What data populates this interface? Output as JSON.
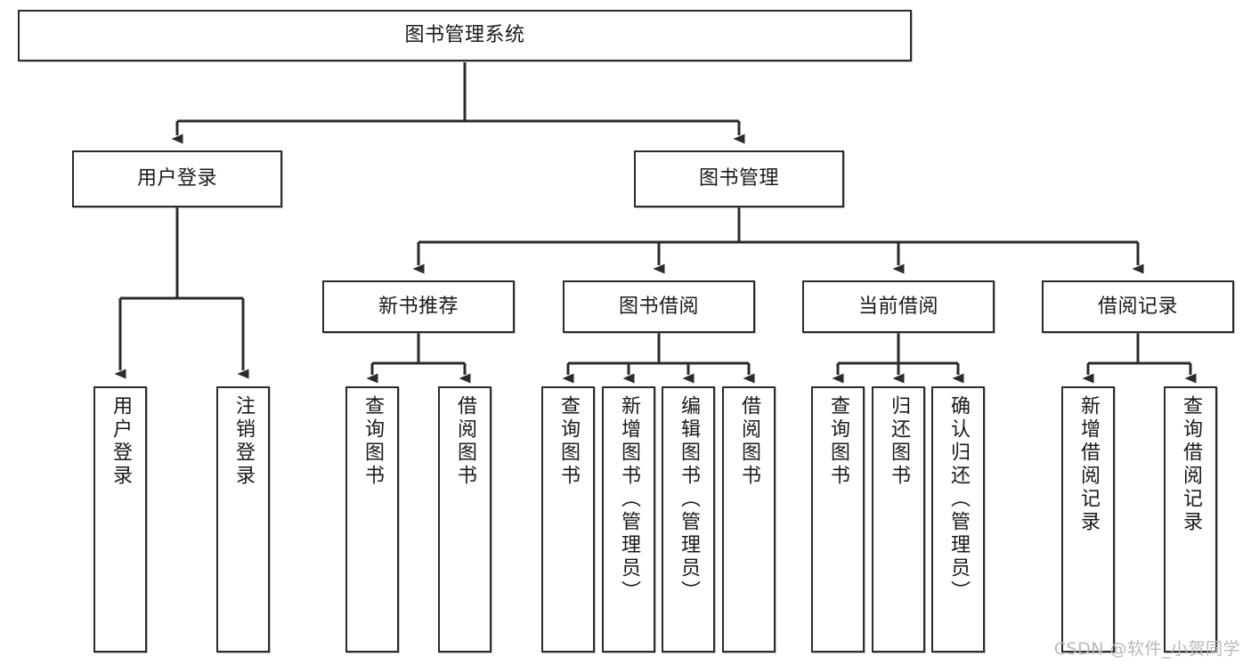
{
  "diagram": {
    "title": "图书管理系统",
    "type": "tree",
    "background_color": "#ffffff",
    "line_color": "#2b2b2b",
    "box_fill": "#ffffff",
    "box_border": "#2b2b2b",
    "text_color": "#1a1a1a"
  },
  "watermark": {
    "text": "CSDN @软件_小贺同学",
    "color": "#b9b9b9"
  },
  "nodes": {
    "root": {
      "label": "图书管理系统",
      "orientation": "horizontal"
    },
    "level1": [
      {
        "id": "user-login",
        "label": "用户登录",
        "orientation": "horizontal"
      },
      {
        "id": "book-manage",
        "label": "图书管理",
        "orientation": "horizontal"
      }
    ],
    "level2": [
      {
        "id": "new-book-recommend",
        "label": "新书推荐",
        "orientation": "horizontal"
      },
      {
        "id": "book-borrow",
        "label": "图书借阅",
        "orientation": "horizontal"
      },
      {
        "id": "current-borrow",
        "label": "当前借阅",
        "orientation": "horizontal"
      },
      {
        "id": "borrow-record",
        "label": "借阅记录",
        "orientation": "horizontal"
      }
    ],
    "leaves": {
      "user-login": [
        {
          "id": "leaf-user-login",
          "label": "用户登录",
          "orientation": "vertical"
        },
        {
          "id": "leaf-logout-login",
          "label": "注销登录",
          "orientation": "vertical"
        }
      ],
      "new-book-recommend": [
        {
          "id": "leaf-query-book-1",
          "label": "查询图书",
          "orientation": "vertical"
        },
        {
          "id": "leaf-borrow-book-1",
          "label": "借阅图书",
          "orientation": "vertical"
        }
      ],
      "book-borrow": [
        {
          "id": "leaf-query-book-2",
          "label": "查询图书",
          "orientation": "vertical"
        },
        {
          "id": "leaf-add-book",
          "label": "新增图书（管理员）",
          "orientation": "vertical"
        },
        {
          "id": "leaf-edit-book",
          "label": "编辑图书（管理员）",
          "orientation": "vertical"
        },
        {
          "id": "leaf-borrow-book-2",
          "label": "借阅图书",
          "orientation": "vertical"
        }
      ],
      "current-borrow": [
        {
          "id": "leaf-query-book-3",
          "label": "查询图书",
          "orientation": "vertical"
        },
        {
          "id": "leaf-return-book",
          "label": "归还图书",
          "orientation": "vertical"
        },
        {
          "id": "leaf-confirm-return",
          "label": "确认归还（管理员）",
          "orientation": "vertical"
        }
      ],
      "borrow-record": [
        {
          "id": "leaf-add-record",
          "label": "新增借阅记录",
          "orientation": "vertical"
        },
        {
          "id": "leaf-query-record",
          "label": "查询借阅记录",
          "orientation": "vertical"
        }
      ]
    }
  },
  "hierarchy": {
    "图书管理系统": [
      "用户登录",
      "图书管理"
    ],
    "用户登录": [
      "用户登录",
      "注销登录"
    ],
    "图书管理": [
      "新书推荐",
      "图书借阅",
      "当前借阅",
      "借阅记录"
    ],
    "新书推荐": [
      "查询图书",
      "借阅图书"
    ],
    "图书借阅": [
      "查询图书",
      "新增图书（管理员）",
      "编辑图书（管理员）",
      "借阅图书"
    ],
    "当前借阅": [
      "查询图书",
      "归还图书",
      "确认归还（管理员）"
    ],
    "借阅记录": [
      "新增借阅记录",
      "查询借阅记录"
    ]
  }
}
